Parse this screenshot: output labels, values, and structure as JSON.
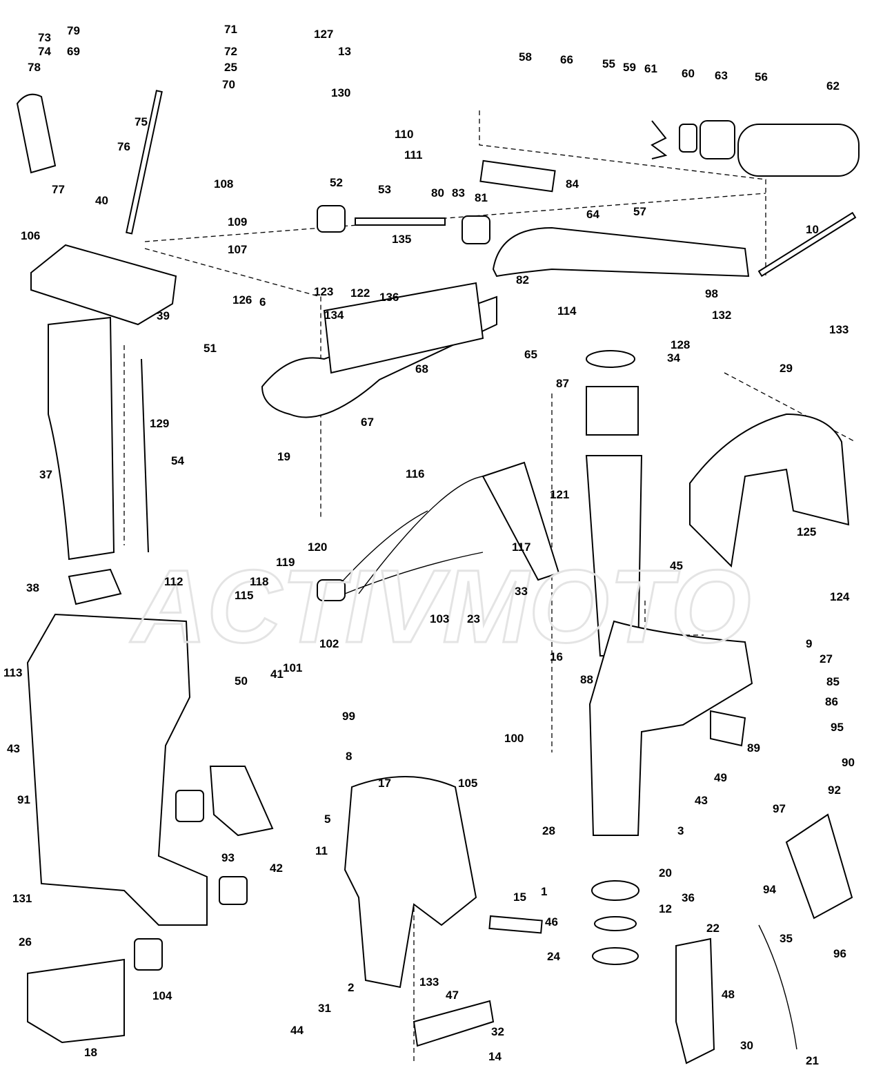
{
  "diagram": {
    "watermark_text": "ACTIVMOTO",
    "callouts": [
      "79",
      "71",
      "127",
      "73",
      "69",
      "72",
      "13",
      "74",
      "25",
      "78",
      "70",
      "75",
      "76",
      "77",
      "130",
      "110",
      "111",
      "108",
      "40",
      "109",
      "107",
      "52",
      "53",
      "80",
      "83",
      "81",
      "58",
      "66",
      "55",
      "59",
      "61",
      "60",
      "63",
      "56",
      "62",
      "84",
      "64",
      "57",
      "106",
      "135",
      "123",
      "122",
      "136",
      "82",
      "10",
      "98",
      "126",
      "6",
      "39",
      "134",
      "114",
      "132",
      "133",
      "51",
      "34",
      "29",
      "128",
      "65",
      "68",
      "87",
      "67",
      "19",
      "129",
      "54",
      "37",
      "116",
      "121",
      "117",
      "125",
      "45",
      "124",
      "120",
      "119",
      "118",
      "115",
      "38",
      "112",
      "33",
      "23",
      "16",
      "102",
      "101",
      "103",
      "88",
      "9",
      "27",
      "85",
      "113",
      "50",
      "41",
      "99",
      "100",
      "86",
      "95",
      "89",
      "90",
      "91",
      "8",
      "5",
      "17",
      "49",
      "43",
      "11",
      "105",
      "3",
      "28",
      "20",
      "92",
      "97",
      "94",
      "93",
      "42",
      "131",
      "1",
      "15",
      "46",
      "12",
      "36",
      "22",
      "24",
      "35",
      "96",
      "26",
      "2",
      "133b",
      "47",
      "48",
      "31",
      "104",
      "18",
      "44",
      "32",
      "14",
      "30",
      "21",
      "43b"
    ]
  }
}
